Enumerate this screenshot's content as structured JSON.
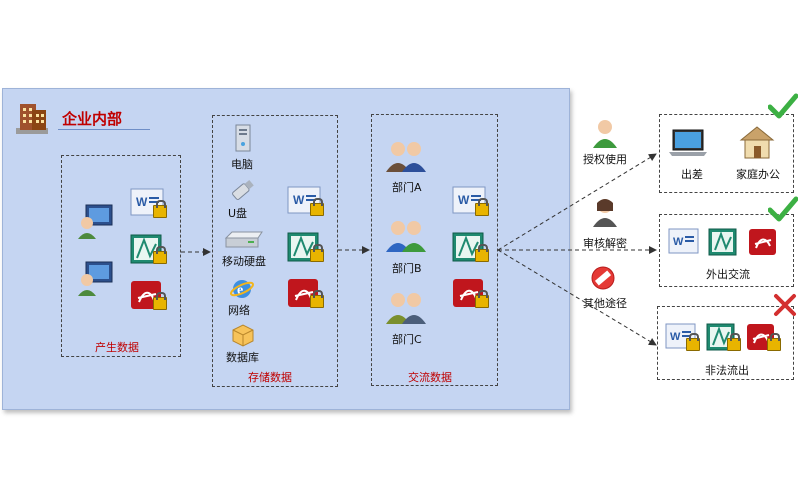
{
  "title": "企业内部",
  "groups": {
    "produce": "产生数据",
    "storage": "存储数据",
    "exchange": "交流数据"
  },
  "storage_items": [
    "电脑",
    "U盘",
    "移动硬盘",
    "网络",
    "数据库"
  ],
  "departments": [
    "部门A",
    "部门B",
    "部门C"
  ],
  "routes": {
    "authorized": "授权使用",
    "decrypt": "审核解密",
    "other": "其他途径"
  },
  "destinations": {
    "trip": "出差",
    "home": "家庭办公",
    "external": "外出交流",
    "illegal": "非法流出"
  },
  "icons": [
    "building-icon",
    "computer-user-icon",
    "word-doc-icon",
    "chart-doc-icon",
    "pdf-doc-icon",
    "lock-icon",
    "pc-tower-icon",
    "usb-drive-icon",
    "hard-drive-icon",
    "ie-globe-icon",
    "database-icon",
    "people-icon",
    "laptop-icon",
    "house-icon",
    "check-icon",
    "cross-icon",
    "no-entry-icon"
  ],
  "colors": {
    "panel": "#c5d5f2",
    "accent": "#c00000",
    "check": "#3cb043"
  }
}
